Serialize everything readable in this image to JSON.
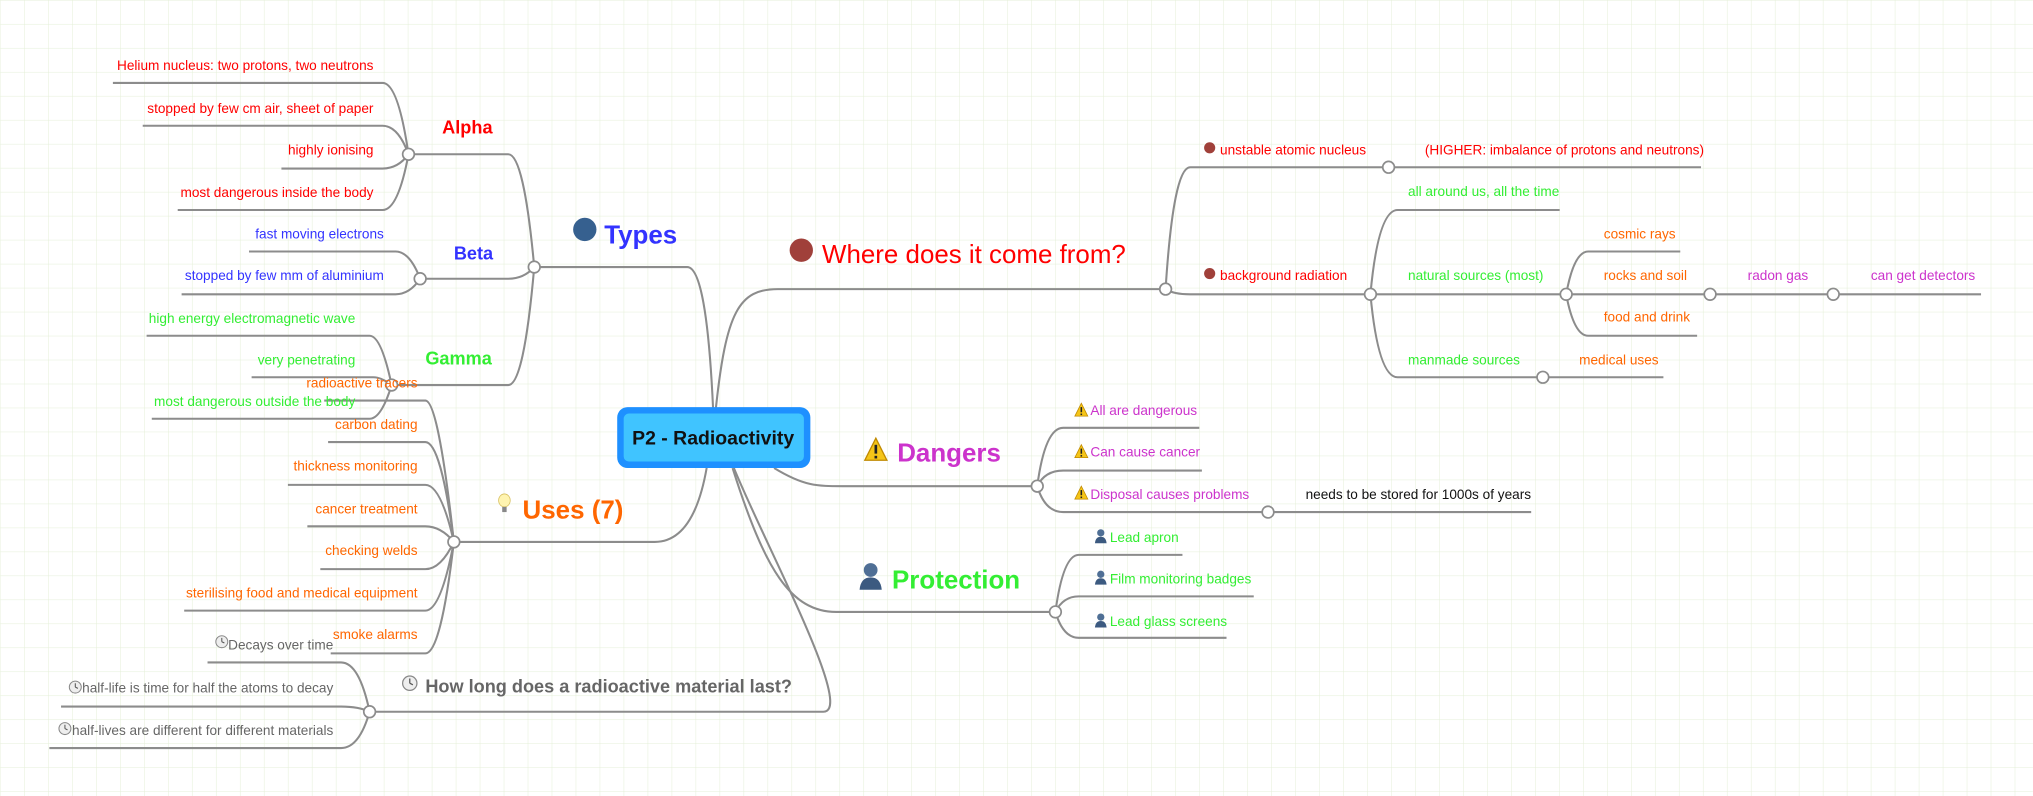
{
  "center": {
    "label": "P2 - Radioactivity"
  },
  "types": {
    "label": "Types",
    "alpha": {
      "label": "Alpha",
      "items": [
        "Helium nucleus: two protons, two neutrons",
        "stopped by few cm air, sheet of paper",
        "highly ionising",
        "most dangerous inside the body"
      ]
    },
    "beta": {
      "label": "Beta",
      "items": [
        "fast moving electrons",
        "stopped by few mm of aluminium"
      ]
    },
    "gamma": {
      "label": "Gamma",
      "items": [
        "high energy electromagnetic wave",
        "very penetrating",
        "most dangerous outside the body"
      ]
    }
  },
  "uses": {
    "label": "Uses (7)",
    "items": [
      "radioactive tracers",
      "carbon dating",
      "thickness monitoring",
      "cancer treatment",
      "checking welds",
      "sterilising food and medical equipment",
      "smoke alarms"
    ]
  },
  "how_long": {
    "label": "How long does a radioactive material last?",
    "items": [
      "Decays over time",
      "half-life is time for half the atoms to decay",
      "half-lives are different for different materials"
    ]
  },
  "where": {
    "label": "Where does it come from?",
    "unstable": {
      "label": "unstable atomic nucleus",
      "child": "(HIGHER: imbalance of protons and neutrons)"
    },
    "background": {
      "label": "background radiation",
      "all_around": "all around us, all the time",
      "natural": {
        "label": "natural sources (most)",
        "cosmic": "cosmic rays",
        "rocks": "rocks and soil",
        "radon": "radon gas",
        "detectors": "can get detectors",
        "food": "food and drink"
      },
      "manmade": {
        "label": "manmade sources",
        "medical": "medical uses"
      }
    }
  },
  "dangers": {
    "label": "Dangers",
    "items": [
      "All are dangerous",
      "Can cause cancer",
      "Disposal causes problems"
    ],
    "disposal_child": "needs to be stored for 1000s of years"
  },
  "protection": {
    "label": "Protection",
    "items": [
      "Lead apron",
      "Film monitoring badges",
      "Lead glass screens"
    ]
  },
  "colors": {
    "center_border": "#1e90ff",
    "center_fill": "#40c4ff",
    "line": "#8c8c8c",
    "grid": "#e4efd8"
  }
}
